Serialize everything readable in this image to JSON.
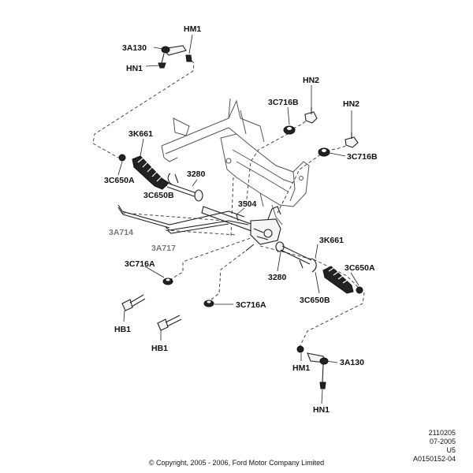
{
  "labels": {
    "hm1_top": "HM1",
    "a3a130_top": "3A130",
    "hn1_top": "HN1",
    "hn2_a": "HN2",
    "c716b_a": "3C716B",
    "hn2_b": "HN2",
    "c716b_b": "3C716B",
    "k661_left": "3K661",
    "c650a_left": "3C650A",
    "r3280_top": "3280",
    "c650b_left": "3C650B",
    "r3504": "3504",
    "a3a714": "3A714",
    "a3a717": "3A717",
    "k661_right": "3K661",
    "c650a_right": "3C650A",
    "c716a_left": "3C716A",
    "r3280_bottom": "3280",
    "c650b_right": "3C650B",
    "c716a_mid": "3C716A",
    "hb1_a": "HB1",
    "hb1_b": "HB1",
    "hm1_bottom": "HM1",
    "a3a130_bottom": "3A130",
    "hn1_bottom": "HN1"
  },
  "meta": {
    "line1": "2110205",
    "line2": "07-2005",
    "line3": "U5",
    "line4": "A0150152-04"
  },
  "copyright": "© Copyright, 2005 - 2006, Ford Motor Company Limited"
}
